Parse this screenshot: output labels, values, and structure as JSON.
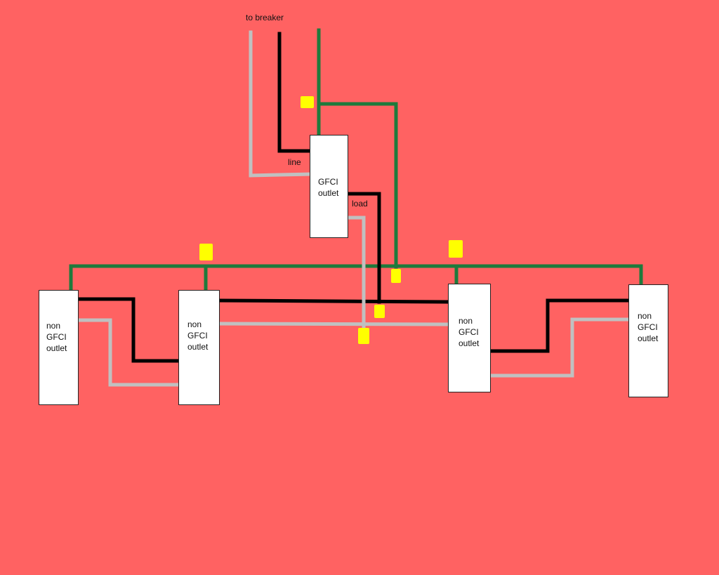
{
  "diagram": {
    "top_label": "to breaker",
    "line_label": "line",
    "load_label": "load",
    "gfci_outlet": {
      "lines": [
        "GFCI",
        "outlet"
      ]
    },
    "non_gfci_outlet": {
      "lines": [
        "non",
        "GFCI",
        "outlet"
      ]
    },
    "colors": {
      "background": "#ff6262",
      "hot_wire": "#000000",
      "neutral_wire": "#c0c0c0",
      "ground_wire": "#1e7a3c",
      "wire_nut": "#ffff00",
      "outlet_body": "#ffffff"
    }
  }
}
